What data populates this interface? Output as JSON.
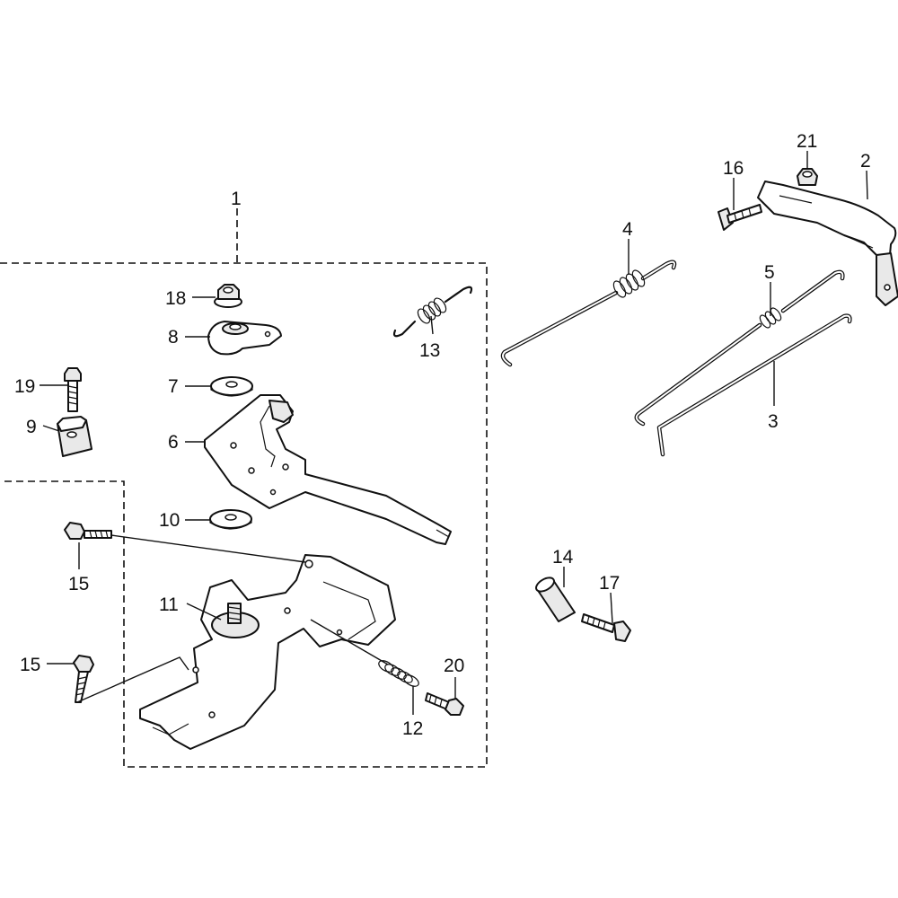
{
  "labels": {
    "p1": "1",
    "p2": "2",
    "p3": "3",
    "p4": "4",
    "p5": "5",
    "p6": "6",
    "p7": "7",
    "p8": "8",
    "p9": "9",
    "p10": "10",
    "p11": "11",
    "p12": "12",
    "p13": "13",
    "p14": "14",
    "p15a": "15",
    "p15b": "15",
    "p16": "16",
    "p17": "17",
    "p18": "18",
    "p19": "19",
    "p20": "20",
    "p21": "21"
  }
}
